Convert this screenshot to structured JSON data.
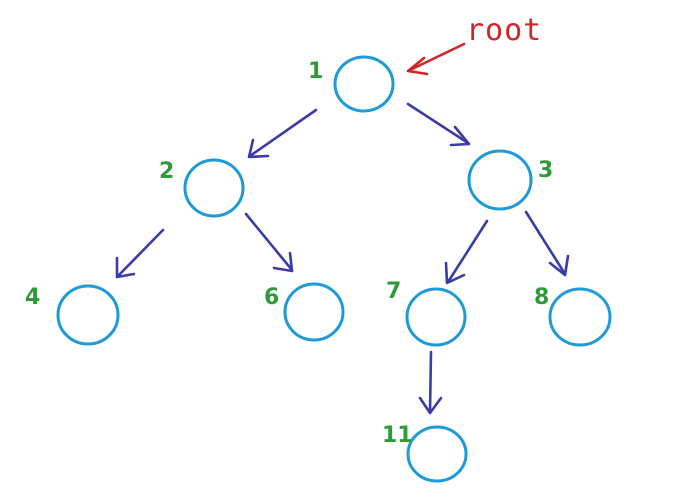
{
  "diagram": {
    "root_label": "root",
    "nodes": [
      {
        "id": "n1",
        "label": "1"
      },
      {
        "id": "n2",
        "label": "2"
      },
      {
        "id": "n3",
        "label": "3"
      },
      {
        "id": "n4",
        "label": "4"
      },
      {
        "id": "n6",
        "label": "6"
      },
      {
        "id": "n7",
        "label": "7"
      },
      {
        "id": "n8",
        "label": "8"
      },
      {
        "id": "n11",
        "label": "11"
      }
    ],
    "edges": [
      {
        "from": "1",
        "to": "2"
      },
      {
        "from": "1",
        "to": "3"
      },
      {
        "from": "2",
        "to": "4"
      },
      {
        "from": "2",
        "to": "6"
      },
      {
        "from": "3",
        "to": "7"
      },
      {
        "from": "3",
        "to": "8"
      },
      {
        "from": "7",
        "to": "11"
      }
    ]
  },
  "colors": {
    "node_stroke": "#1e9bd7",
    "edge": "#3a3aa8",
    "label": "#2f9a3a",
    "root": "#d0262a"
  }
}
